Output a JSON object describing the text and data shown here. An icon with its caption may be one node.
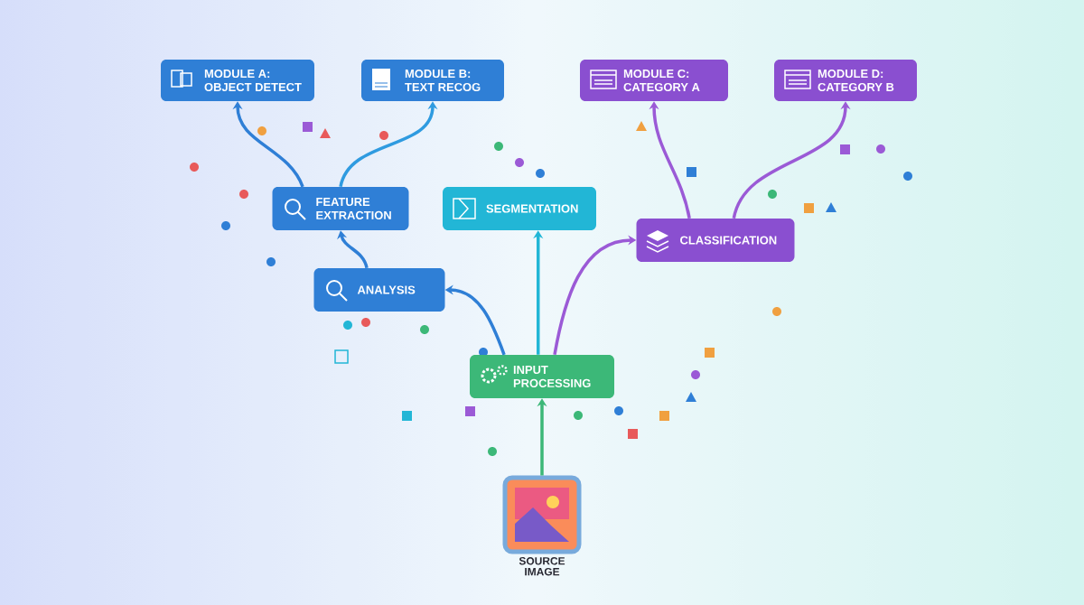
{
  "diagram": {
    "nodes": [
      {
        "text": [
          "MODULE A: OBJECT DETECT"
        ]
      },
      {
        "text": [
          "MODULE B: TEXT RECOG"
        ]
      },
      {
        "text": [
          "MODULE C: CATEGORY A"
        ]
      },
      {
        "text": [
          "MODULE D: CATEGORY B"
        ]
      },
      {
        "text": [
          "FEATURE EXTRACTION"
        ]
      },
      {
        "text": [
          "SEGMENTATION"
        ]
      },
      {
        "text": [
          "CLASSIFICATION"
        ]
      },
      {
        "text": [
          "ANALYSIS"
        ]
      },
      {
        "text": [
          "INPUT PROCESSING"
        ]
      },
      {
        "text": [
          "SOURCE IMAGE"
        ]
      }
    ],
    "edges": [
      {
        "from": 9,
        "to": 8,
        "arrow": "to",
        "color": "#3cb878"
      },
      {
        "from": 8,
        "to": 7,
        "arrow": "to",
        "color": "#2f7fd6"
      },
      {
        "from": 8,
        "to": 5,
        "arrow": "to",
        "color": "#22b6d6"
      },
      {
        "from": 8,
        "to": 6,
        "arrow": "to",
        "color": "#9b5ad6"
      },
      {
        "from": 7,
        "to": 4,
        "arrow": "to",
        "color": "#2f7fd6"
      },
      {
        "from": 4,
        "to": 0,
        "arrow": "to",
        "color": "#2f7fd6"
      },
      {
        "from": 4,
        "to": 1,
        "arrow": "to",
        "color": "#2f9be0"
      },
      {
        "from": 6,
        "to": 2,
        "arrow": "to",
        "color": "#9b5ad6"
      },
      {
        "from": 6,
        "to": 3,
        "arrow": "to",
        "color": "#9b5ad6"
      }
    ]
  }
}
